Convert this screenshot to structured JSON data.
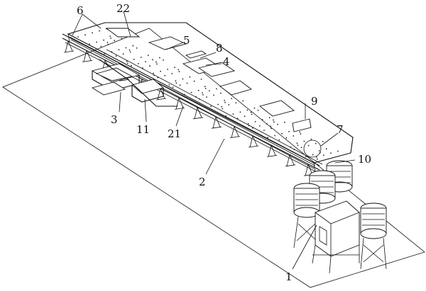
{
  "figure": {
    "labels": [
      {
        "id": "6",
        "text": "6"
      },
      {
        "id": "22",
        "text": "22"
      },
      {
        "id": "5",
        "text": "5"
      },
      {
        "id": "8",
        "text": "8"
      },
      {
        "id": "4",
        "text": "4"
      },
      {
        "id": "9",
        "text": "9"
      },
      {
        "id": "7",
        "text": "7"
      },
      {
        "id": "10",
        "text": "10"
      },
      {
        "id": "3",
        "text": "3"
      },
      {
        "id": "11",
        "text": "11"
      },
      {
        "id": "21",
        "text": "21"
      },
      {
        "id": "2",
        "text": "2"
      },
      {
        "id": "1",
        "text": "1"
      }
    ]
  }
}
